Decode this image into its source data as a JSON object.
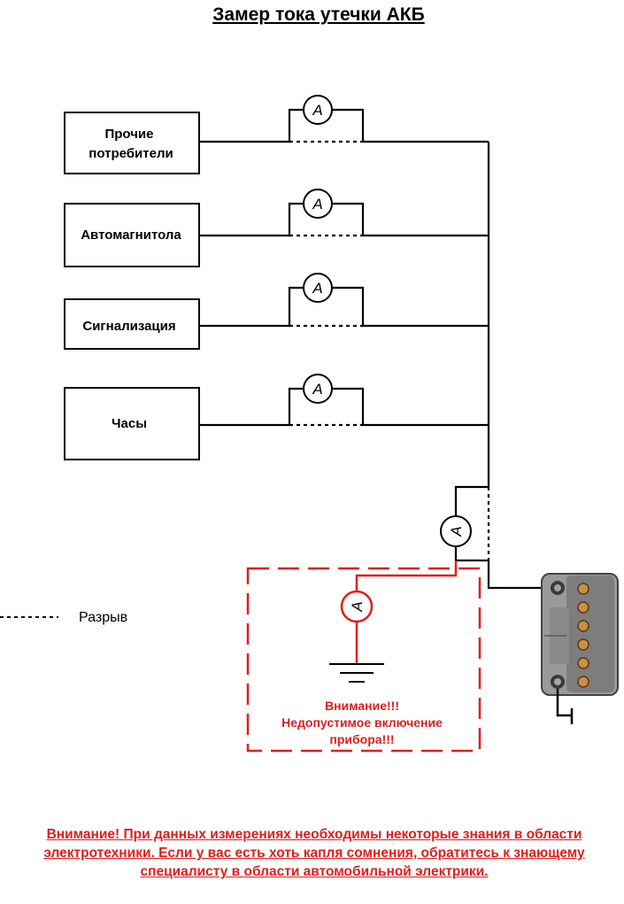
{
  "title": "Замер тока утечки АКБ",
  "consumers": [
    {
      "label_lines": [
        "Прочие",
        "потребители"
      ]
    },
    {
      "label_lines": [
        "Автомагнитола"
      ]
    },
    {
      "label_lines": [
        "Сигнализация"
      ]
    },
    {
      "label_lines": [
        "Часы"
      ]
    }
  ],
  "ammeter_symbol": "A",
  "legend": {
    "label": "Разрыв"
  },
  "wrong_connection": {
    "lines": [
      "Внимание!!!",
      "Недопустимое включение",
      "прибора!!!"
    ]
  },
  "bottom_warning": "Внимание! При данных измерениях необходимы некоторые знания в области электротехники. Если у вас есть хоть капля сомнения, обратитесь к знающему специалисту в области автомобильной электрики.",
  "colors": {
    "line": "#000000",
    "warning": "#e11d1d",
    "battery_body": "#9a9a9a",
    "battery_panel": "#7d7d7d",
    "terminal": "#c89048"
  }
}
